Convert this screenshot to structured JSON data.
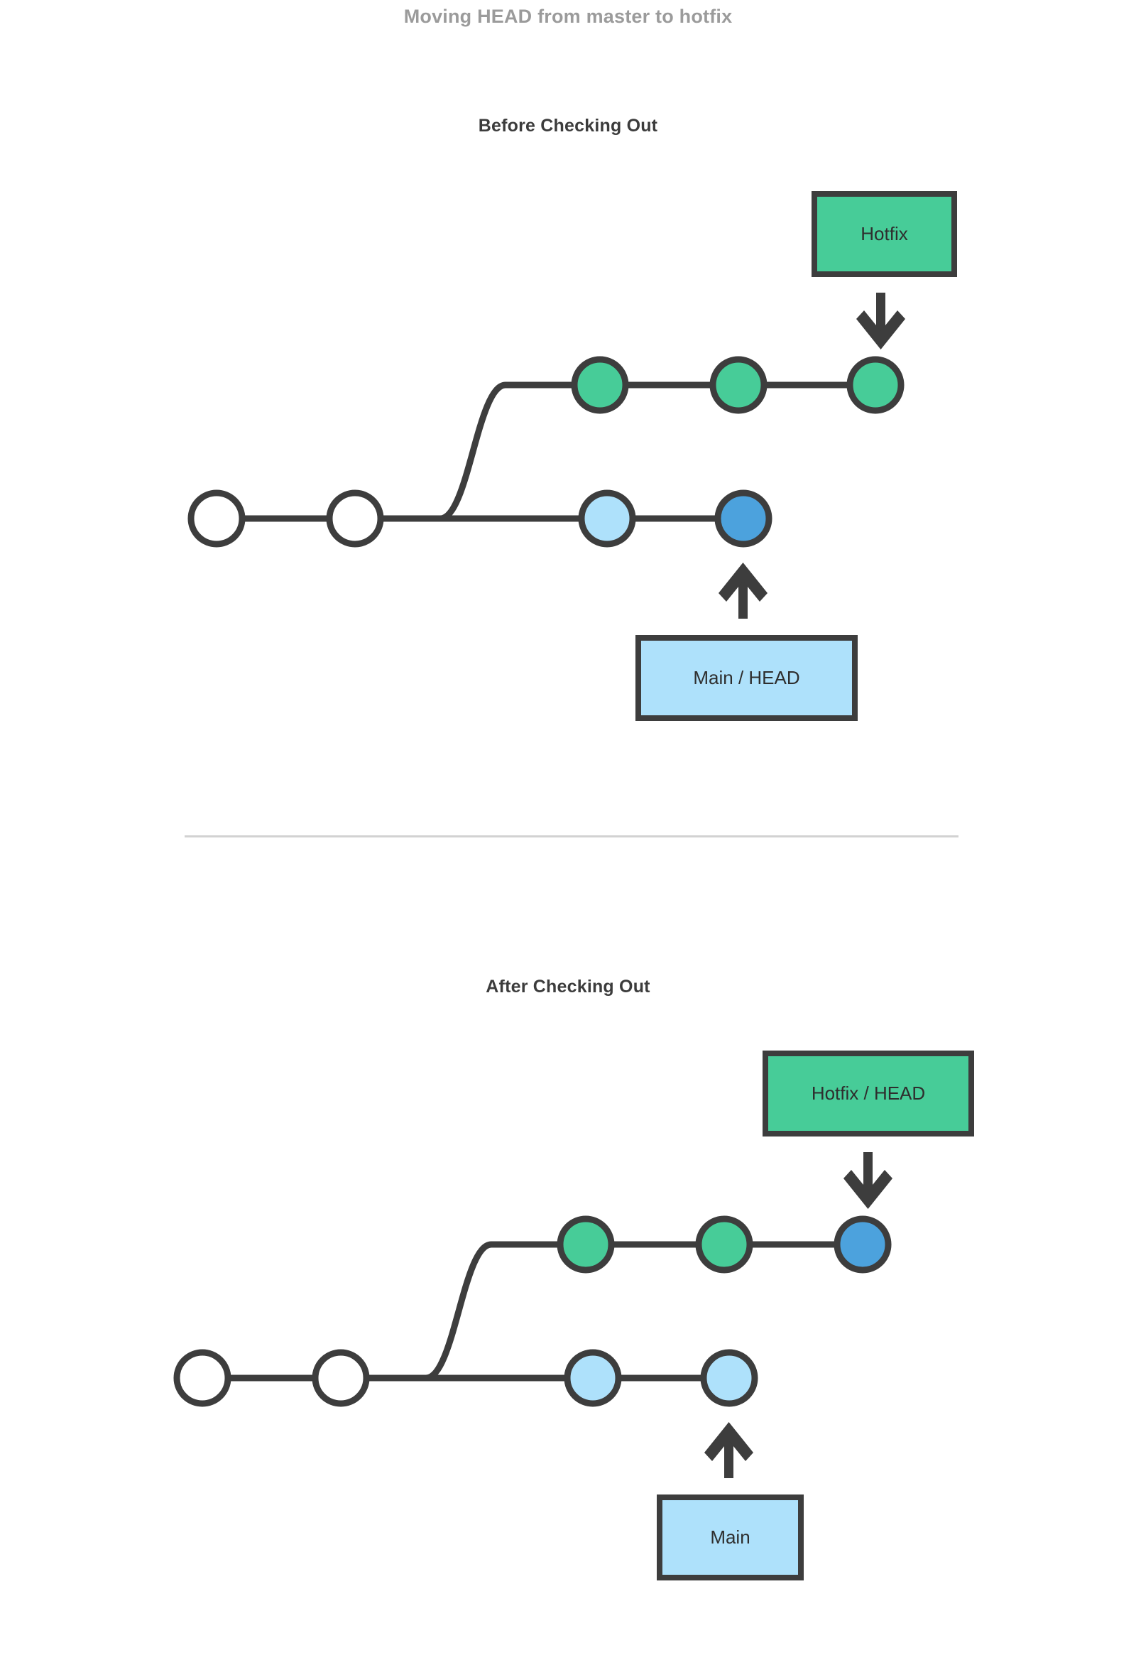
{
  "page": {
    "title": "Moving HEAD from master to hotfix",
    "title_color": "#9b9b9b",
    "background": "#ffffff"
  },
  "palette": {
    "stroke": "#3d3d3d",
    "green": "#47cc98",
    "light_blue": "#aee1fb",
    "dark_blue": "#4ca2dd",
    "white": "#ffffff",
    "divider": "#d2d2d2",
    "heading_text": "#3c3c3c"
  },
  "sections": [
    {
      "id": "before",
      "heading": "Before Checking Out",
      "top_box": {
        "label": "Hotfix",
        "fill": "#47cc98",
        "arrow": "arrow-down"
      },
      "bottom_box": {
        "label": "Main  / HEAD",
        "fill": "#aee1fb",
        "arrow": "arrow-up"
      },
      "branch_commits": [
        {
          "name": "hotfix-commit-1",
          "fill": "#47cc98"
        },
        {
          "name": "hotfix-commit-2",
          "fill": "#47cc98"
        },
        {
          "name": "hotfix-commit-3",
          "fill": "#47cc98"
        }
      ],
      "main_commits": [
        {
          "name": "main-commit-1",
          "fill": "#ffffff"
        },
        {
          "name": "main-commit-2",
          "fill": "#ffffff"
        },
        {
          "name": "main-commit-3",
          "fill": "#aee1fb"
        },
        {
          "name": "main-commit-4-head",
          "fill": "#4ca2dd"
        }
      ]
    },
    {
      "id": "after",
      "heading": "After Checking Out",
      "top_box": {
        "label": "Hotfix / HEAD",
        "fill": "#47cc98",
        "arrow": "arrow-down"
      },
      "bottom_box": {
        "label": "Main",
        "fill": "#aee1fb",
        "arrow": "arrow-up"
      },
      "branch_commits": [
        {
          "name": "hotfix-commit-1",
          "fill": "#47cc98"
        },
        {
          "name": "hotfix-commit-2",
          "fill": "#47cc98"
        },
        {
          "name": "hotfix-commit-3-head",
          "fill": "#4ca2dd"
        }
      ],
      "main_commits": [
        {
          "name": "main-commit-1",
          "fill": "#ffffff"
        },
        {
          "name": "main-commit-2",
          "fill": "#ffffff"
        },
        {
          "name": "main-commit-3",
          "fill": "#aee1fb"
        },
        {
          "name": "main-commit-4",
          "fill": "#aee1fb"
        }
      ]
    }
  ]
}
